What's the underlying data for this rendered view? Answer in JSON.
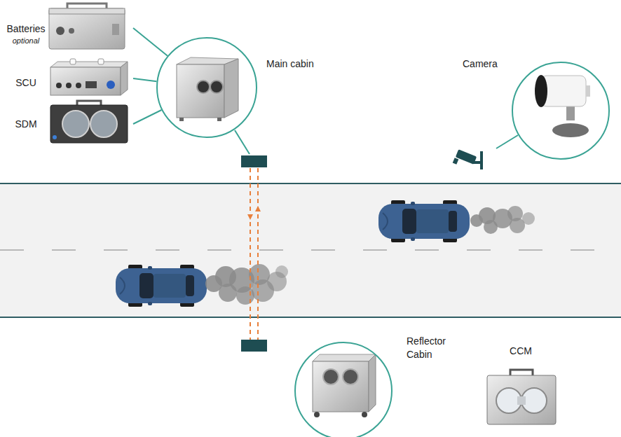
{
  "diagram": {
    "nodes": [
      {
        "text": [
          "Batteries",
          "optional"
        ]
      },
      {
        "text": [
          "SCU"
        ]
      },
      {
        "text": [
          "SDM"
        ]
      },
      {
        "text": [
          "Main cabin"
        ]
      },
      {
        "text": [
          "Camera"
        ]
      },
      {
        "text": [
          "Reflector Cabin"
        ]
      },
      {
        "text": [
          "CCM"
        ]
      }
    ],
    "edges": [
      {
        "from": 0,
        "to": 3,
        "arrow": "none"
      },
      {
        "from": 1,
        "to": 3,
        "arrow": "none"
      },
      {
        "from": 2,
        "to": 3,
        "arrow": "none"
      }
    ]
  }
}
